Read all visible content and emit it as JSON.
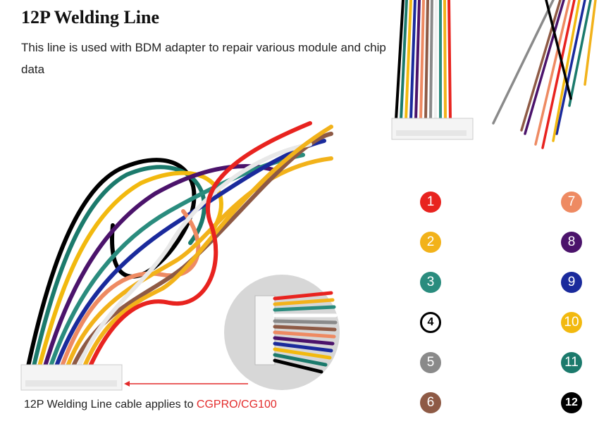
{
  "title": "12P Welding Line",
  "description": "This line is used with BDM adapter to repair various module and chip data",
  "caption": {
    "text": "12P Welding Line cable applies to ",
    "highlight": "CGPRO/CG100",
    "highlight_color": "#e32b2b"
  },
  "wire_colors": [
    {
      "num": "1",
      "color": "#e8231f"
    },
    {
      "num": "2",
      "color": "#f2b21a"
    },
    {
      "num": "3",
      "color": "#2a8c7e"
    },
    {
      "num": "4",
      "color": "#000000"
    },
    {
      "num": "5",
      "color": "#8a8a8a"
    },
    {
      "num": "6",
      "color": "#8e5a45"
    },
    {
      "num": "7",
      "color": "#ee8a62"
    },
    {
      "num": "8",
      "color": "#4b136b"
    },
    {
      "num": "9",
      "color": "#1a2a9c"
    },
    {
      "num": "10",
      "color": "#f2b90f"
    },
    {
      "num": "11",
      "color": "#1b7a6c"
    },
    {
      "num": "12",
      "color": "#000000"
    }
  ]
}
